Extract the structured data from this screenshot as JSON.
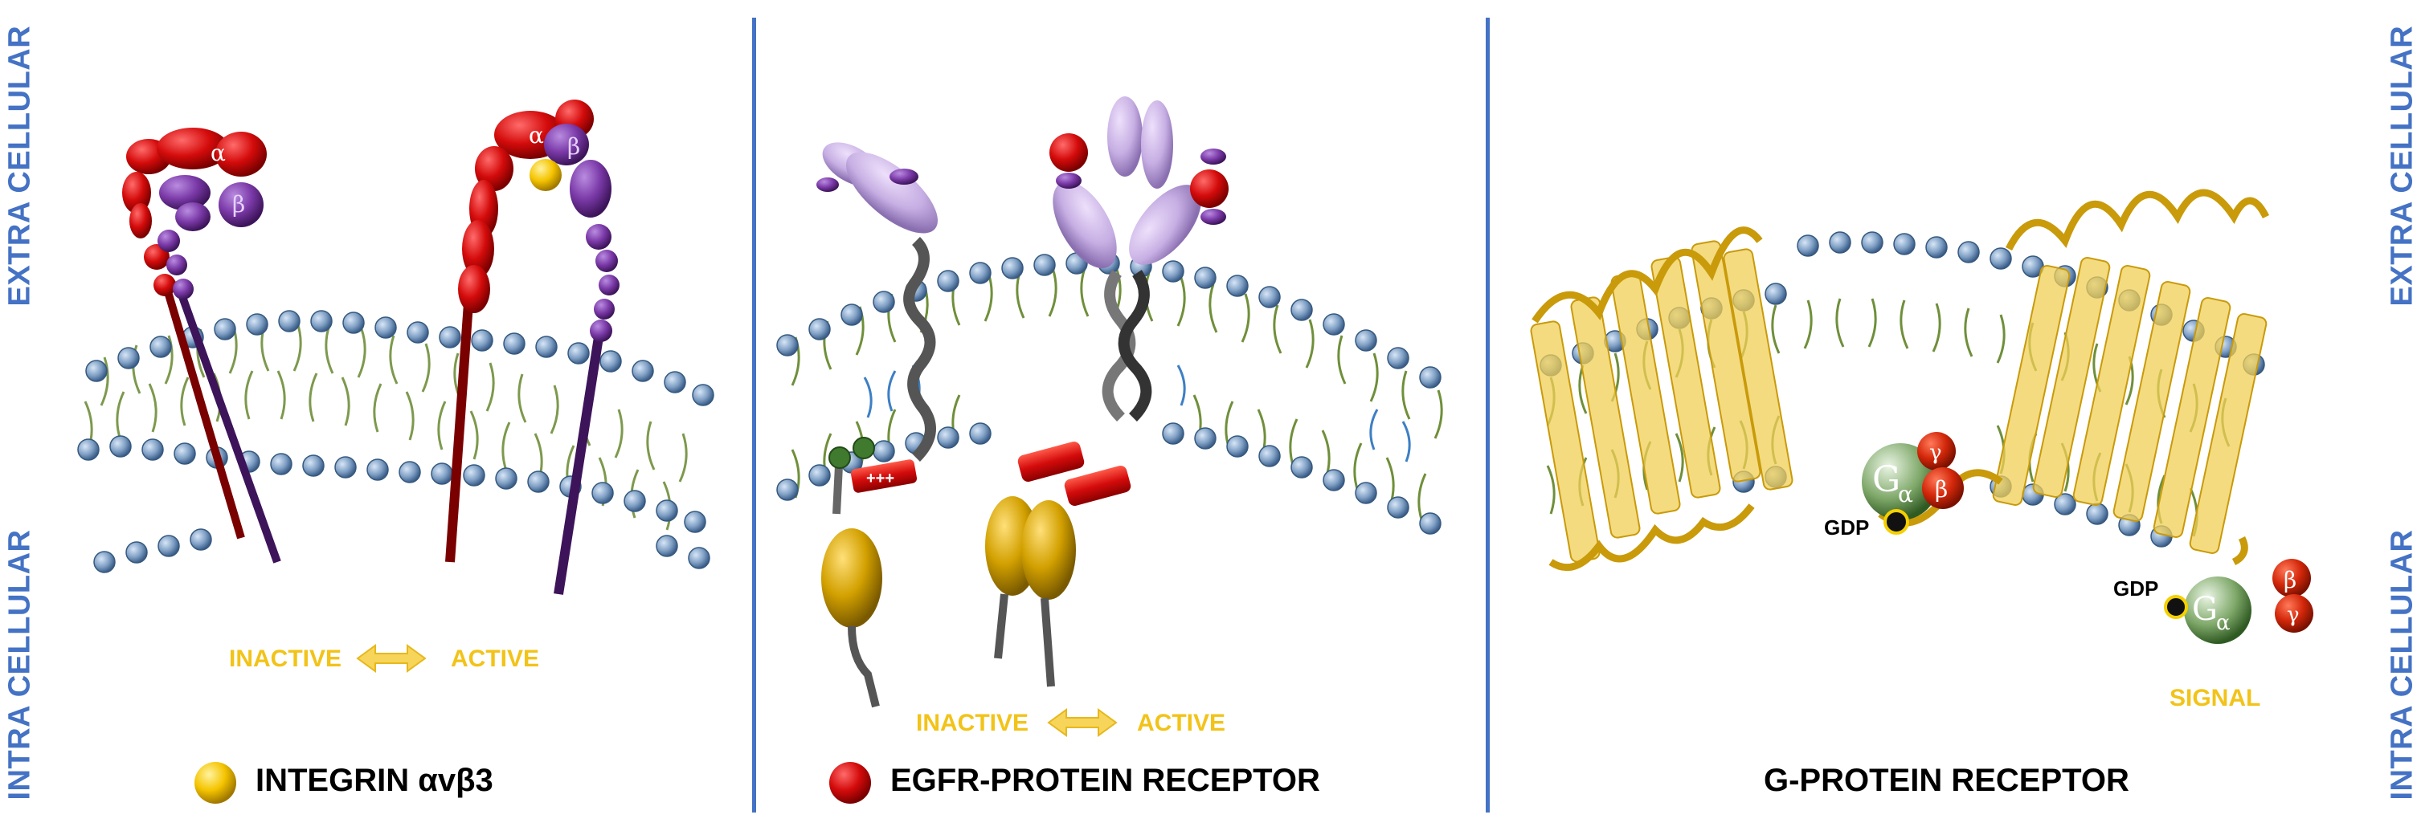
{
  "side_labels": {
    "left_top": "EXTRA CELLULAR",
    "left_bottom": "INTRA CELLULAR",
    "right_top": "EXTRA CELLULAR",
    "right_bottom": "INTRA CELLULAR"
  },
  "panel1": {
    "alpha_label": "α",
    "beta_label": "β",
    "inactive": "INACTIVE",
    "active": "ACTIVE",
    "legend": "INTEGRIN αvβ3"
  },
  "panel2": {
    "charge_label": "+++",
    "inactive": "INACTIVE",
    "active": "ACTIVE",
    "legend": "EGFR-PROTEIN RECEPTOR"
  },
  "panel3": {
    "g_letter": "G",
    "alpha_sub": "α",
    "gamma": "γ",
    "beta": "β",
    "gdp": "GDP",
    "signal": "SIGNAL",
    "title": "G-PROTEIN RECEPTOR"
  },
  "colors": {
    "accent_blue": "#4472c4",
    "state_yellow": "#f2c318",
    "integrin_red": "#d40b0b",
    "integrin_purple": "#7b3aa8",
    "egfr_lilac": "#c6aee3",
    "gpcr_gold": "#e8b71a",
    "lipid_head": "#7f9fc4",
    "lipid_tail": "#6f8f3a"
  }
}
